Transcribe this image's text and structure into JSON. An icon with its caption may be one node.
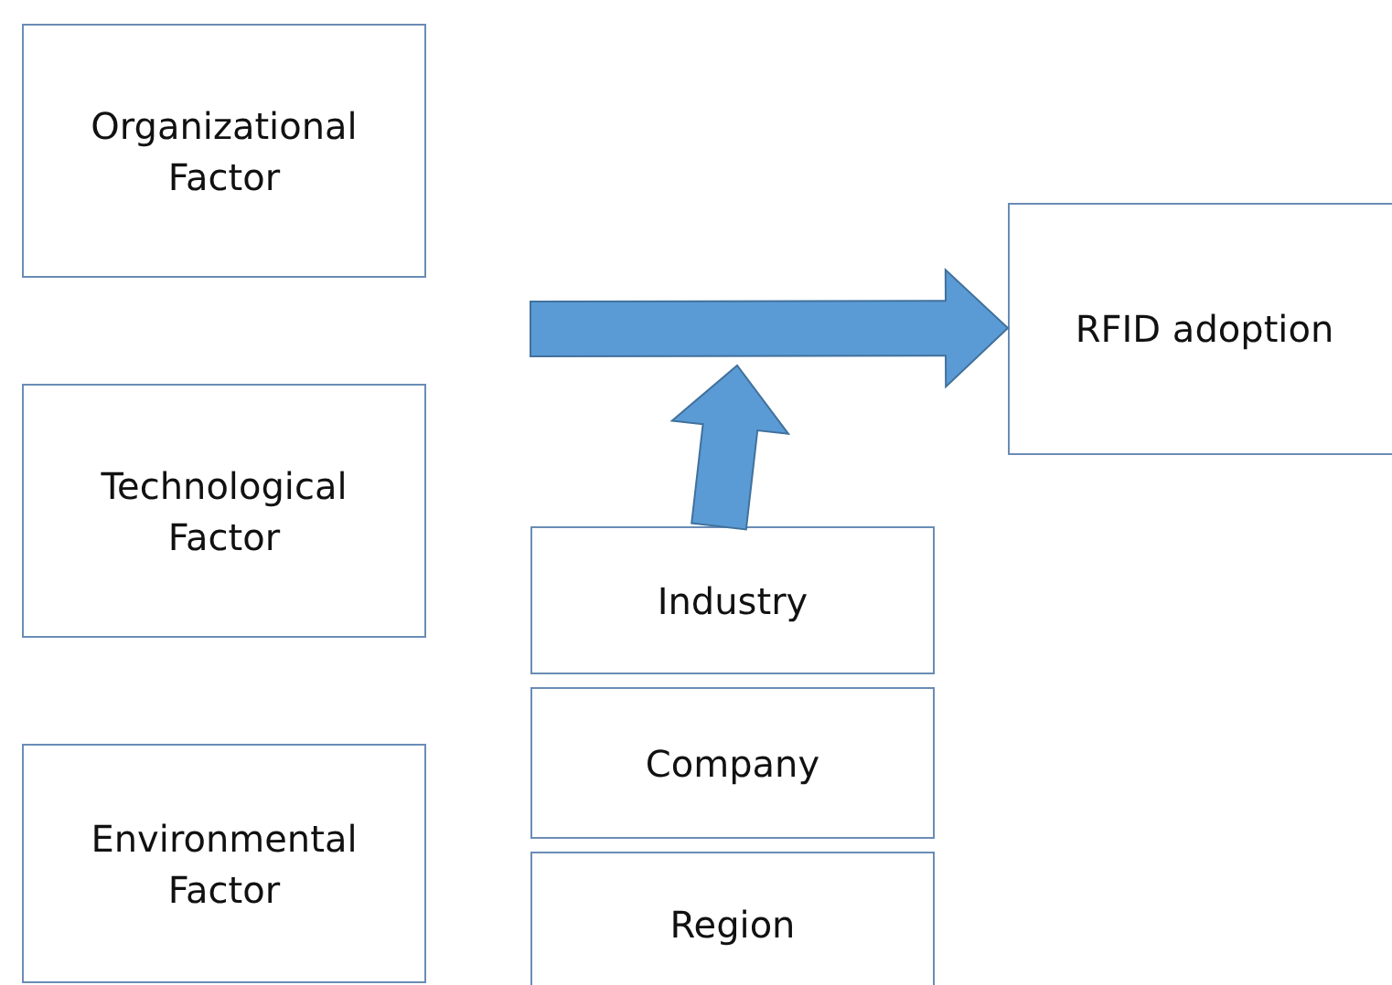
{
  "diagram": {
    "nodes": [
      {
        "text": [
          "Organizational Factor"
        ]
      },
      {
        "text": [
          "Technological Factor"
        ]
      },
      {
        "text": [
          "Environmental Factor"
        ]
      },
      {
        "text": [
          "RFID adoption"
        ]
      },
      {
        "text": [
          "Industry"
        ]
      },
      {
        "text": [
          "Company"
        ]
      },
      {
        "text": [
          "Region"
        ]
      }
    ],
    "edges": [
      {
        "from": null,
        "to": 3,
        "arrow": "to"
      },
      {
        "from": 4,
        "to": null,
        "arrow": "to"
      }
    ]
  }
}
